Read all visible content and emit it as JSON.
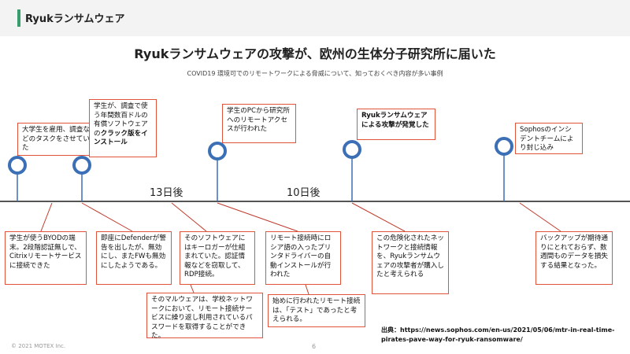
{
  "header": {
    "title": "Ryukランサムウェア"
  },
  "main": {
    "title": "Ryukランサムウェアの攻撃が、欧州の生体分子研究所に届いた",
    "subtitle": "COVID19 環境可でのリモートワークによる脅威について、知っておくべき内容が多い事例"
  },
  "timeline": {
    "gap_labels": [
      "13日後",
      "10日後"
    ],
    "top_boxes": [
      {
        "pre": "大学生を雇用、調査などのタスクをさせていた",
        "bold": "",
        "post": ""
      },
      {
        "pre": "学生が、調査で使う年間数百ドルの有償ソフトウェアの",
        "bold": "クラック版をインストール",
        "post": ""
      },
      {
        "pre": "学生のPCから研究所へのリモートアクセスが行われた",
        "bold": "",
        "post": ""
      },
      {
        "pre": "",
        "bold": "Ryukランサムウェアによる攻撃が発覚した",
        "post": ""
      },
      {
        "pre": "Sophosのインシデントチームにより封じ込み",
        "bold": "",
        "post": ""
      }
    ],
    "bottom_boxes": [
      {
        "text": "学生が使うBYODの端末。2段階認証無しで、Citrixリモートサービスに接続できた"
      },
      {
        "text": "即座にDefenderが警告を出したが、無効にし、またFWも無効にしたようである。"
      },
      {
        "text": "そのソフトウェアにはキーロガーが仕組まれていた。認証情報などを窃取して、RDP接続。"
      },
      {
        "text": "リモート接続時にロシア語の入ったプリンタドライバーの自動インストールが行われた"
      },
      {
        "text": "この危険化されたネットワークと接続情報を、Ryukランサムウェアの攻撃者が購入したと考えられる"
      },
      {
        "text": "バックアップが期待通りにとれておらず、数週間ものデータを損失する結果となった。"
      },
      {
        "text": "そのマルウェアは、学校ネットワークにおいて、リモート接続サービスに繰り返し利用されているパスワードを取得することができた。"
      },
      {
        "text": "始めに行われたリモート接続は、「テスト」であったと考えられる。"
      }
    ]
  },
  "source": {
    "text": "出典：https://news.sophos.com/en-us/2021/05/06/mtr-in-real-time-pirates-pave-way-for-ryuk-ransomware/"
  },
  "footer": {
    "copyright": "© 2021 MOTEX Inc.",
    "page": "6"
  },
  "colors": {
    "accent": "#3a9b6e",
    "box_border": "#e2543a",
    "node": "#3b6fb6",
    "axis": "#555555",
    "connector": "#c0392b"
  }
}
